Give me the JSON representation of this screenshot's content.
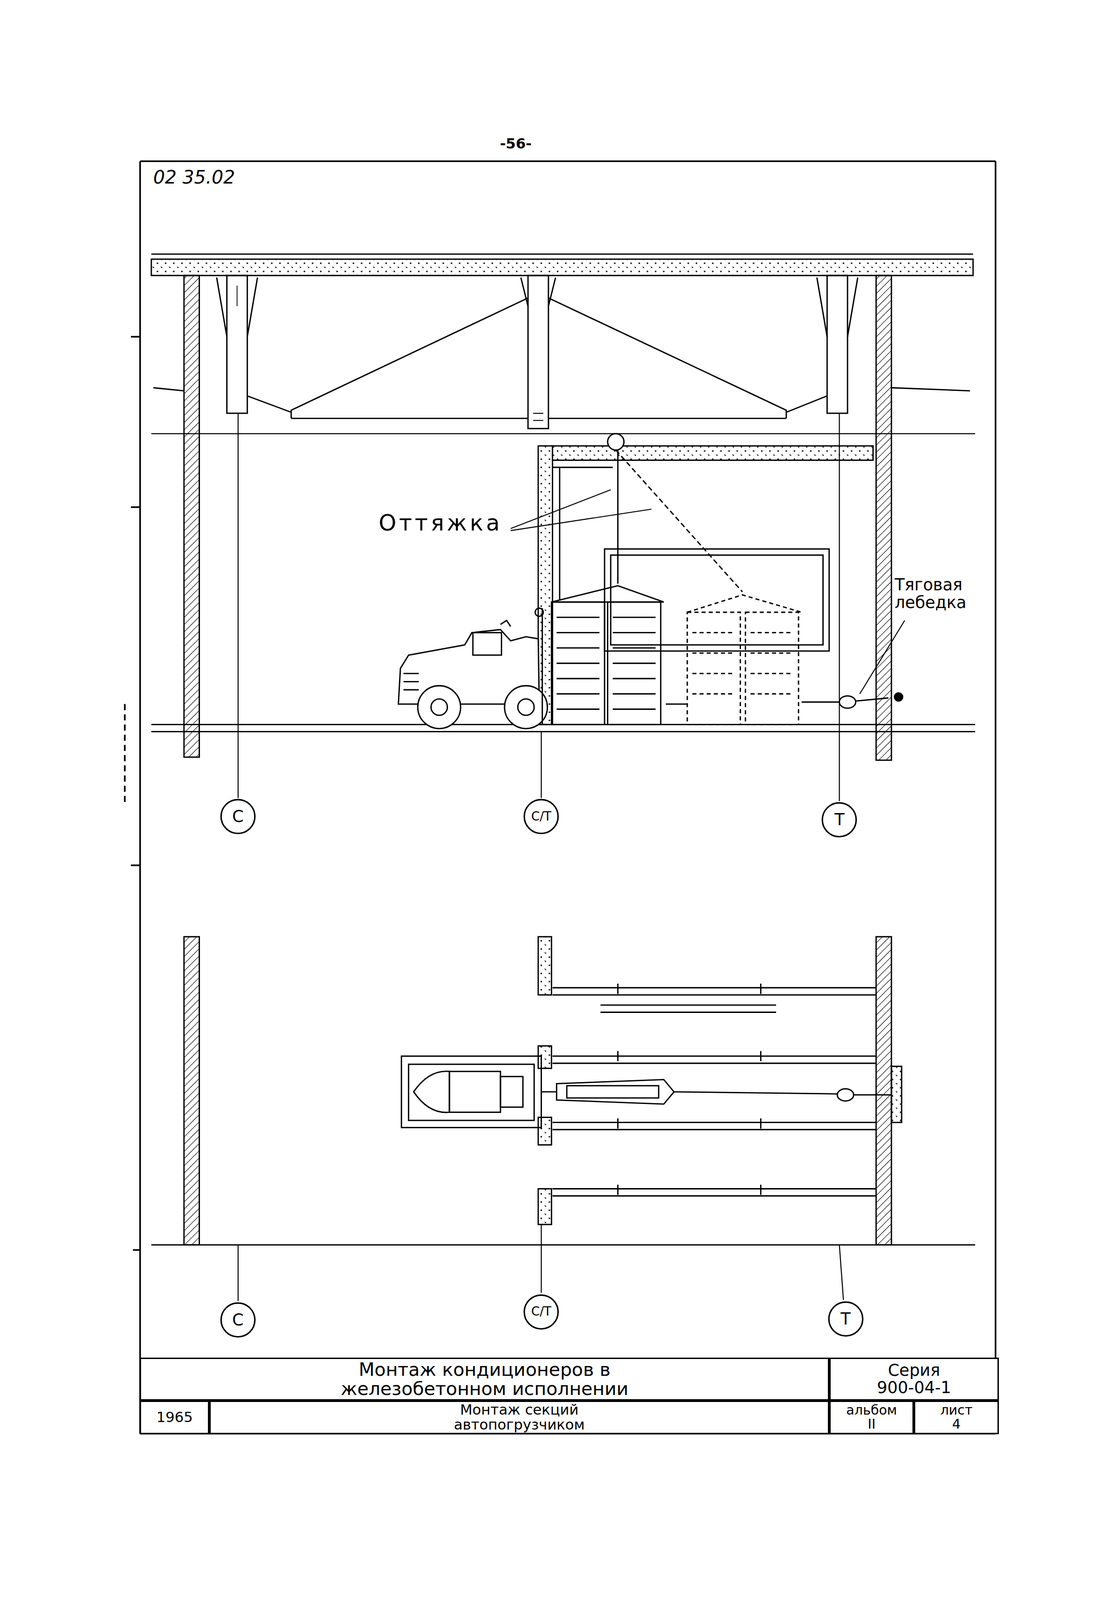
{
  "diagram": {
    "nodes": [
      {
        "text": [
          "С"
        ]
      },
      {
        "text": [
          "С/Т"
        ]
      },
      {
        "text": [
          "Т"
        ]
      },
      {
        "text": [
          "С"
        ]
      },
      {
        "text": [
          "С/Т"
        ]
      },
      {
        "text": [
          "Т"
        ]
      },
      {
        "text": [
          "Монтаж кондиционеров в железобетонном исполнении"
        ]
      },
      {
        "text": [
          "Серия",
          "900-04-1"
        ]
      },
      {
        "text": [
          "1965"
        ]
      },
      {
        "text": [
          "Монтаж секций автопогрузчиком"
        ]
      },
      {
        "text": [
          "альбом",
          "II"
        ]
      },
      {
        "text": [
          "лист",
          "4"
        ]
      }
    ],
    "labels": [
      "-56-",
      "02 35.02",
      "Оттяжка",
      "Тяговая лебедка"
    ]
  }
}
